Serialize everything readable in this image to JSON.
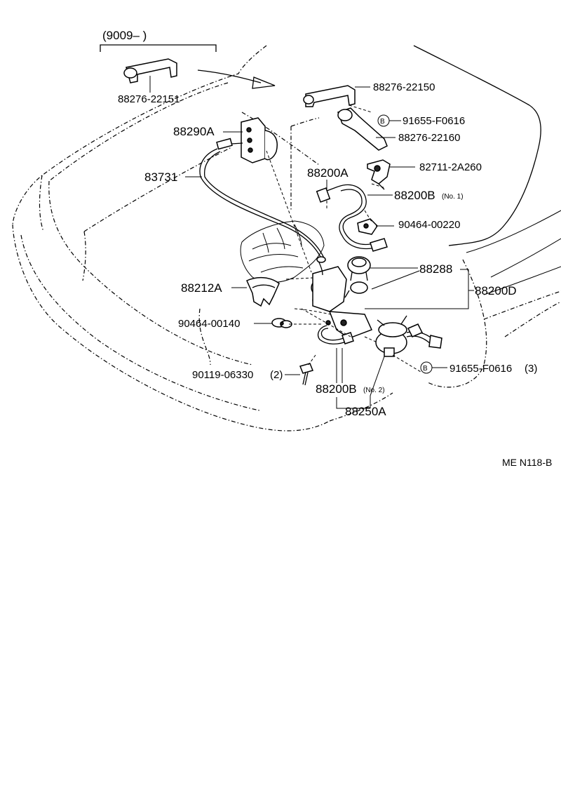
{
  "diagram": {
    "group_label": "(9009–       )",
    "labels": {
      "bracket_old": "88276-22151",
      "bracket_upper": "88276-22150",
      "bolt_b_upper": "91655-F0616",
      "bracket_lower": "88276-22160",
      "clamp": "82711-2A260",
      "actuator": "88290A",
      "cable": "83731",
      "computer": "88200A",
      "hose_no1": "88200B",
      "hose_no1_suffix": "(No. 1)",
      "clip_upper": "90464-00220",
      "vacuum_valve": "88288",
      "assembly": "88200D",
      "bracket_a": "88212A",
      "clip_lower": "90464-00140",
      "bolt_lower": "90119-06330",
      "bolt_lower_qty": "(2)",
      "hose_no2": "88200B",
      "hose_no2_suffix": "(No. 2)",
      "bolt_b_lower": "91655-F0616",
      "bolt_b_lower_qty": "(3)",
      "pump": "88250A",
      "b_mark": "B"
    },
    "code": "ME  N118-B"
  }
}
